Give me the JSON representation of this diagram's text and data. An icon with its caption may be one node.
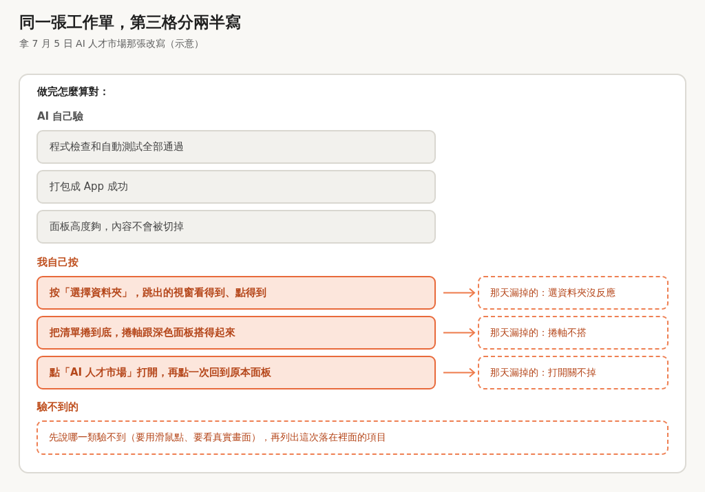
{
  "diagram": {
    "title": "同一張工作單，第三格分兩半寫",
    "nodes": [
      {
        "text": [
          "做完怎麼算對：",
          "AI 自己驗",
          "我自己按",
          "驗不到的"
        ]
      },
      {
        "text": [
          "程式檢查和自動測試全部通過"
        ],
        "in": 0
      },
      {
        "text": [
          "打包成 App 成功"
        ],
        "in": 0
      },
      {
        "text": [
          "面板高度夠，內容不會被切掉"
        ],
        "in": 0
      },
      {
        "text": [
          "按「選擇資料夾」，跳出的視窗看得到、點得到"
        ],
        "in": 0
      },
      {
        "text": [
          "那天漏掉的：選資料夾沒反應"
        ],
        "in": 0
      },
      {
        "text": [
          "把清單捲到底，捲軸跟深色面板搭得起來"
        ],
        "in": 0
      },
      {
        "text": [
          "那天漏掉的：捲軸不搭"
        ],
        "in": 0
      },
      {
        "text": [
          "點「AI 人才市場」打開，再點一次回到原本面板"
        ],
        "in": 0
      },
      {
        "text": [
          "那天漏掉的：打開關不掉"
        ],
        "in": 0
      },
      {
        "text": [
          "先說哪一類驗不到（要用滑鼠點、要看真實畫面），再列出這次落在裡面的項目"
        ],
        "in": 0
      }
    ],
    "edges": [
      {
        "from": 4,
        "to": 5,
        "arrow": "to"
      },
      {
        "from": 6,
        "to": 7,
        "arrow": "to"
      },
      {
        "from": 8,
        "to": 9,
        "arrow": "to"
      }
    ],
    "labels": [
      "拿 7 月 5 日 AI 人才市場那張改寫（示意）"
    ]
  }
}
